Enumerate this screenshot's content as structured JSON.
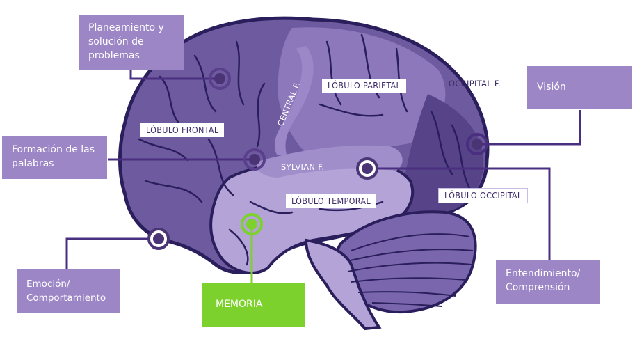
{
  "colors": {
    "outline": "#2a1f5c",
    "frontal": "#6e5a9e",
    "parietal": "#8c78ba",
    "occipital": "#574388",
    "temporal": "#b3a3d6",
    "cerebellum": "#7a66ad",
    "callout": "#9c86c6",
    "connector": "#4a2f80",
    "memory": "#7dd12c",
    "marker_fill": "#4a3475",
    "marker_ring": "#5a3f8c"
  },
  "callouts": {
    "planning": "Planeamiento y solución de problemas",
    "words": "Formación de las palabras",
    "emotion": "Emoción/ Comportamiento",
    "memory": "MEMORIA",
    "vision": "Visión",
    "understanding": "Entendimiento/ Comprensión"
  },
  "lobes": {
    "frontal": "LÓBULO FRONTAL",
    "parietal": "LÓBULO PARIETAL",
    "temporal": "LÓBULO TEMPORAL",
    "occipital": "LÓBULO OCCIPITAL"
  },
  "fissures": {
    "central": "CENTRAL F.",
    "sylvian": "SYLVIAN F.",
    "occipital": "OCCIPITAL F."
  }
}
